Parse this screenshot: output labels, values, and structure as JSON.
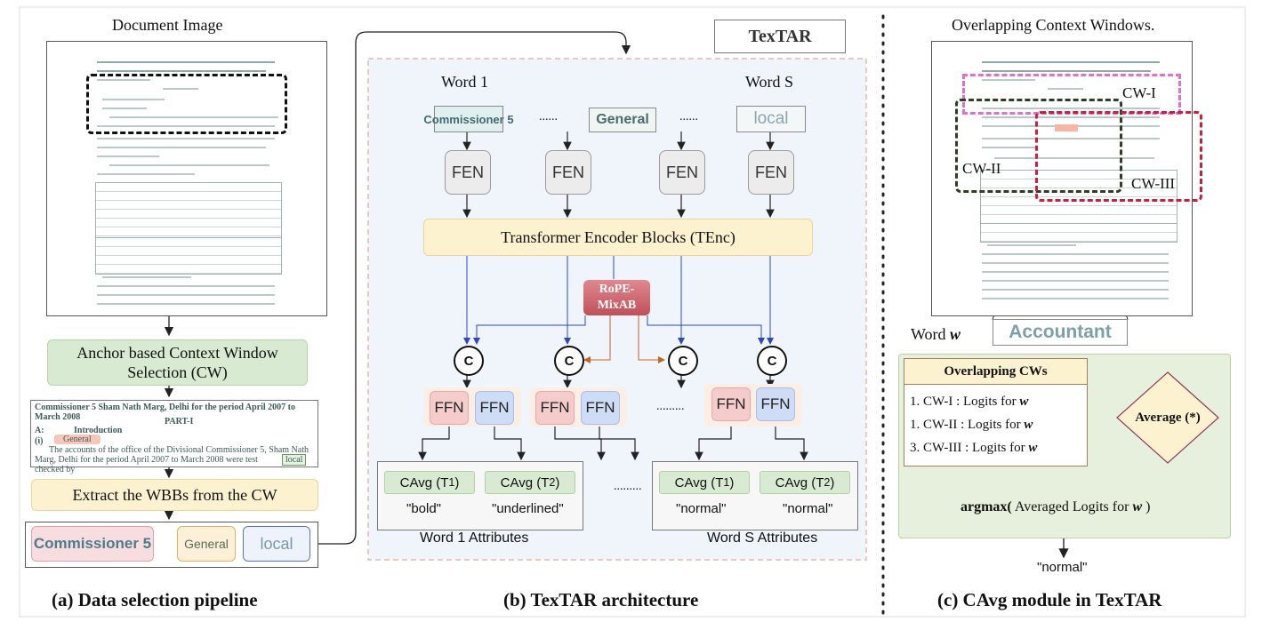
{
  "colors": {
    "green_box": "#d9ead3",
    "yellow_box": "#fdf2d0",
    "red_ffn": "#f5cccc",
    "blue_ffn": "#cfdcf5",
    "rope": "#c0505a",
    "arch_bg": "#f0f5fb"
  },
  "panel_a": {
    "doc_title": "Document Image",
    "anchor_box": "Anchor based Context Window Selection (CW)",
    "snippet": {
      "line1": "Commissioner 5 Sham Nath Marg, Delhi for the period April 2007 to March 2008",
      "part": "PART-I",
      "intro_num": "A:",
      "intro": "Introduction",
      "gen_num": "(i)",
      "general": "General",
      "line2": "The accounts of the office of the Divisional Commissioner 5, Sham Nath",
      "line3": "Marg, Delhi for the period April 2007 to March 2008 were test checked by",
      "local": "local"
    },
    "extract_box": "Extract the WBBs from the CW",
    "words": [
      "Commissioner 5",
      "General",
      "local"
    ],
    "caption": "(a) Data selection pipeline"
  },
  "panel_b": {
    "title": "TexTAR",
    "word1": "Word 1",
    "wordS": "Word S",
    "word_imgs": [
      "Commissioner 5",
      "General",
      "local"
    ],
    "dots": "......",
    "fen": "FEN",
    "tenc": "Transformer Encoder Blocks (TEnc)",
    "rope_line1": "RoPE-",
    "rope_line2": "MixAB",
    "concat": "C",
    "ffn": "FFN",
    "ffn_dots": ".........",
    "cavg1_main": "CAvg (T",
    "cavg1_sub": "1",
    "cavg2_main": "CAvg (T",
    "cavg2_sub": "2",
    "close_paren": ")",
    "attr_dots": ".........",
    "values_w1": [
      "\"bold\"",
      "\"underlined\""
    ],
    "values_wS": [
      "\"normal\"",
      "\"normal\""
    ],
    "w1_attrs": "Word 1 Attributes",
    "wS_attrs": "Word S Attributes",
    "caption": "(b) TexTAR architecture"
  },
  "panel_c": {
    "title": "Overlapping Context Windows.",
    "cw1": "CW-I",
    "cw2": "CW-II",
    "cw3": "CW-III",
    "word_label": "Word",
    "word_var": "w",
    "accountant": "Accountant",
    "box_title": "Overlapping CWs",
    "item1": "1. CW-I : Logits for",
    "item2": "1. CW-II : Logits for",
    "item3": "3. CW-III : Logits for",
    "average": "Average (*)",
    "argmax_bold": "argmax(",
    "argmax_rest": " Averaged Logits for",
    "argmax_close": " )",
    "result": "\"normal\"",
    "caption": "(c) CAvg module in TexTAR"
  }
}
